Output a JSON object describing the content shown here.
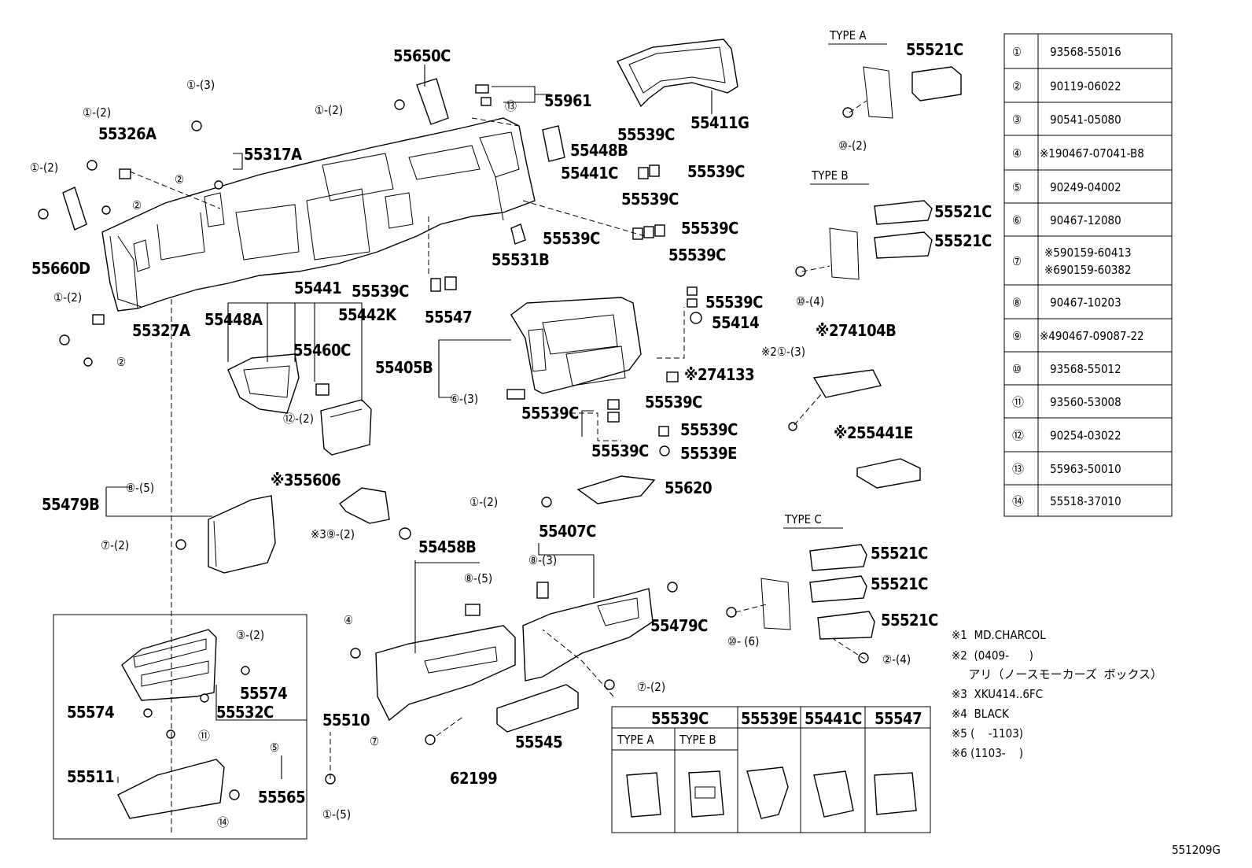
{
  "diagram_code": "551209G",
  "labels": {
    "p55650C": "55650C",
    "p55961": "55961",
    "p55411G": "55411G",
    "p55326A": "55326A",
    "p55317A": "55317A",
    "p55660D": "55660D",
    "p55448B": "55448B",
    "p55539C": "55539C",
    "p55441C": "55441C",
    "p55531B": "55531B",
    "p55327A": "55327A",
    "p55441": "55441",
    "p55442K": "55442K",
    "p55448A": "55448A",
    "p55460C": "55460C",
    "p55547": "55547",
    "p55414": "55414",
    "p55405B": "55405B",
    "p74133": "※274133",
    "p55539E": "55539E",
    "p55479B": "55479B",
    "p55606": "※355606",
    "p55620": "55620",
    "p55458B": "55458B",
    "p55407C": "55407C",
    "p55479C": "55479C",
    "p55574": "55574",
    "p55532C": "55532C",
    "p55510": "55510",
    "p55511": "55511",
    "p55565": "55565",
    "p55545": "55545",
    "p62199": "62199",
    "p55521C": "55521C",
    "p74104B": "※274104B",
    "p55441E": "※255441E"
  },
  "types": {
    "a": "TYPE A",
    "b": "TYPE B",
    "c": "TYPE C"
  },
  "refs": {
    "r1_2": "①-(2)",
    "r1_3": "①-(3)",
    "r1_5": "①-(5)",
    "r2": "②",
    "r2_4": "②-(4)",
    "r3_2": "③-(2)",
    "r4": "④",
    "r5": "⑤",
    "r6_3": "⑥-(3)",
    "r7_2": "⑦-(2)",
    "r7": "⑦",
    "r8_5": "⑧-(5)",
    "r8_3": "⑧-(3)",
    "r9_2": "※3⑨-(2)",
    "r10_2": "⑩-(2)",
    "r10_4": "⑩-(4)",
    "r10_6": "⑩- (6)",
    "r11": "⑪",
    "r12_2": "⑫-(2)",
    "r13": "⑬",
    "r14": "⑭",
    "r1_3b": "※2①-(3)"
  },
  "parts_table": [
    {
      "no": "①",
      "part": "93568-55016"
    },
    {
      "no": "②",
      "part": "90119-06022"
    },
    {
      "no": "③",
      "part": "90541-05080"
    },
    {
      "no": "④",
      "part": "※190467-07041-B8"
    },
    {
      "no": "⑤",
      "part": "90249-04002"
    },
    {
      "no": "⑥",
      "part": "90467-12080"
    },
    {
      "no": "⑦",
      "part": "※590159-60413",
      "part2": "※690159-60382"
    },
    {
      "no": "⑧",
      "part": "90467-10203"
    },
    {
      "no": "⑨",
      "part": "※490467-09087-22"
    },
    {
      "no": "⑩",
      "part": "93568-55012"
    },
    {
      "no": "⑪",
      "part": "93560-53008"
    },
    {
      "no": "⑫",
      "part": "90254-03022"
    },
    {
      "no": "⑬",
      "part": "55963-50010"
    },
    {
      "no": "⑭",
      "part": "55518-37010"
    }
  ],
  "notes": [
    "※1  MD.CHARCOL",
    "※2  (0409-      )",
    "     アリ（ノースモーカーズ  ボックス）",
    "※3  XKU414..6FC",
    "※4  BLACK",
    "※5 (    -1103)",
    "※6 (1103-    )"
  ],
  "legend": {
    "h1": "55539C",
    "h2": "55539E",
    "h3": "55441C",
    "h4": "55547",
    "sub_a": "TYPE A",
    "sub_b": "TYPE B"
  }
}
